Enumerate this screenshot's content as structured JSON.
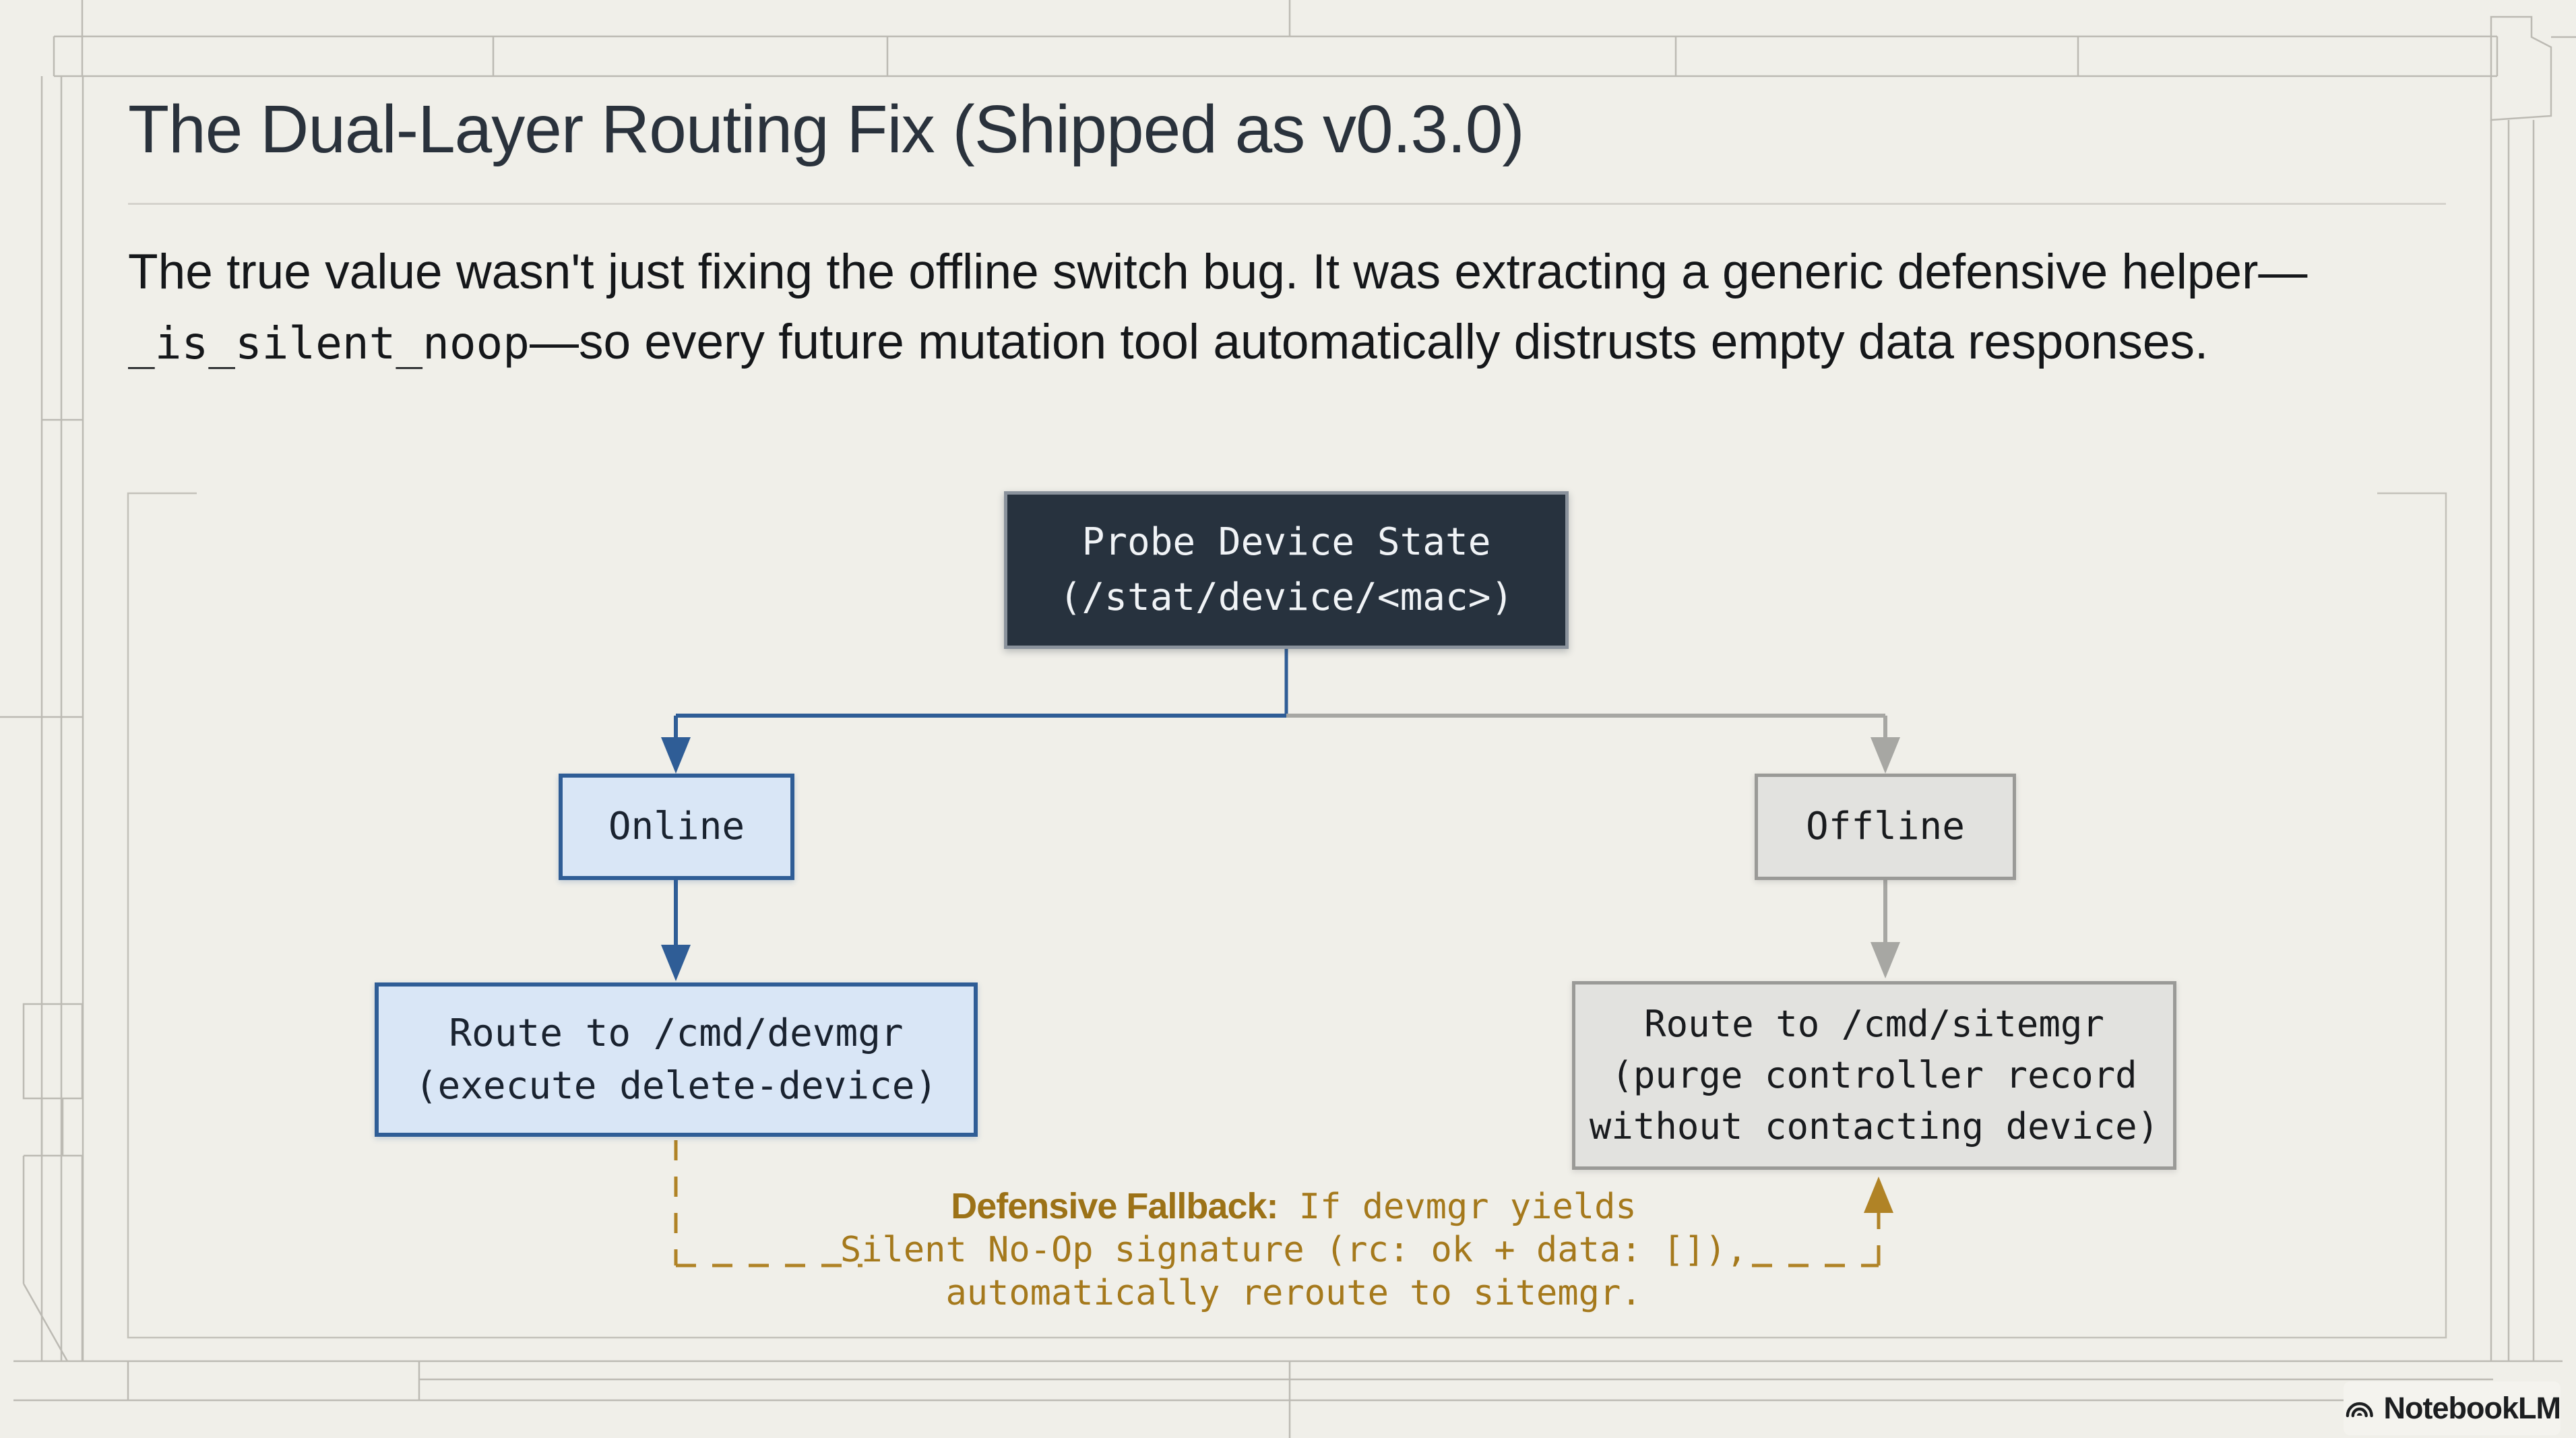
{
  "header": {
    "title": "The Dual-Layer Routing Fix (Shipped as v0.3.0)"
  },
  "intro": {
    "text_before": "The true value wasn't just fixing the offline switch bug. It was extracting a generic defensive helper—",
    "code": "_is_silent_noop",
    "text_after": "—so every future mutation tool automatically distrusts empty data responses."
  },
  "flowchart": {
    "probe": {
      "line1": "Probe Device State",
      "line2": "(/stat/device/<mac>)"
    },
    "online": {
      "label": "Online"
    },
    "offline": {
      "label": "Offline"
    },
    "devmgr": {
      "line1": "Route to /cmd/devmgr",
      "line2": "(execute delete-device)"
    },
    "sitemgr": {
      "line1": "Route to /cmd/sitemgr",
      "line2": "(purge controller record",
      "line3": "without contacting device)"
    },
    "fallback": {
      "label": "Defensive Fallback:",
      "line1_rest": " If devmgr yields",
      "line2": "Silent No-Op signature (rc: ok + data: []),",
      "line3": "automatically reroute to sitemgr."
    }
  },
  "watermark": {
    "brand": "NotebookLM",
    "logo_icon": "notebooklm-wave-icon"
  },
  "colors": {
    "background": "#f0efe9",
    "title_text": "#2a323c",
    "body_text": "#15171a",
    "probe_fill": "#27323e",
    "probe_border": "#8a929c",
    "online_fill": "#d9e6f6",
    "online_border": "#2f5d96",
    "offline_fill": "#e2e2df",
    "offline_border": "#9a9a97",
    "connector_blue": "#2f5d96",
    "connector_gray": "#a7a7a3",
    "fallback_gold": "#a5791c",
    "blueprint_line": "#bcbab3"
  }
}
